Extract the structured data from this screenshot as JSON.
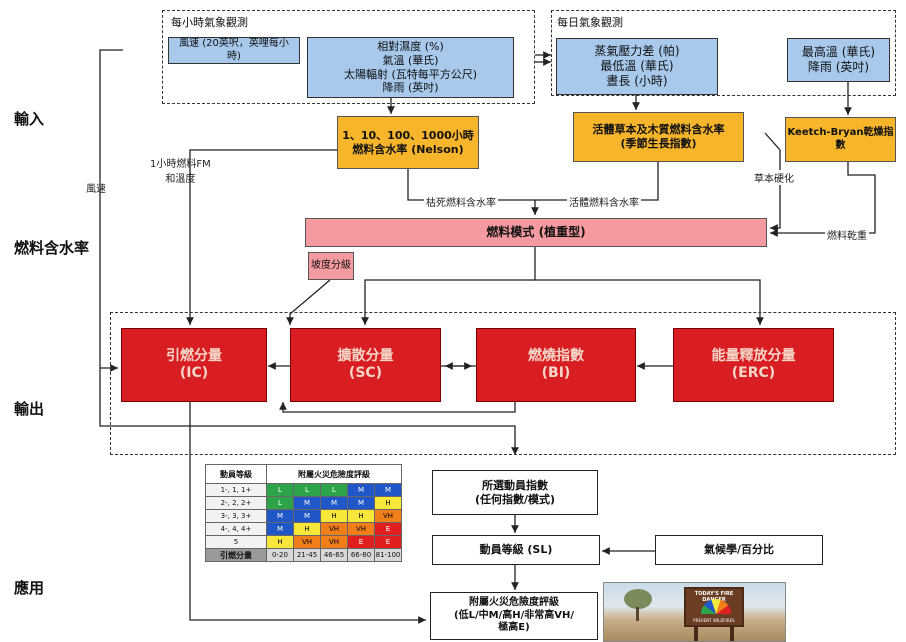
{
  "sections": {
    "input": "輸入",
    "fuel_moisture": "燃料含水率",
    "output": "輸出",
    "application": "應用"
  },
  "groups": {
    "hourly": "每小時氣象觀測",
    "daily": "每日氣象觀測"
  },
  "boxes": {
    "wind_speed": {
      "l1": "風速 (20英呎，英哩每小",
      "l2": "時)"
    },
    "humidity": {
      "l1": "相對濕度 (%)",
      "l2": "氣溫 (華氏)",
      "l3": "太陽輻射 (瓦特每平方公尺)",
      "l4": "降雨 (英吋)"
    },
    "vapor": {
      "l1": "蒸氣壓力差 (帕)",
      "l2": "最低溫 (華氏)",
      "l3": "晝長 (小時)"
    },
    "max_temp": {
      "l1": "最高溫 (華氏)",
      "l2": "降雨 (英吋)"
    },
    "dead_fm": {
      "l1": "1、10、100、1000小時",
      "l2": "燃料含水率 (Nelson)"
    },
    "live_fm": {
      "l1": "活體草本及木質燃料含水率",
      "l2": "(季節生長指數)"
    },
    "kbdi": {
      "l1": "Keetch-Bryan乾燥指數"
    },
    "fuel_model": "燃料模式 (植重型)",
    "slope": "坡度分級",
    "ic": {
      "l1": "引燃分量",
      "l2": "(IC)"
    },
    "sc": {
      "l1": "擴散分量",
      "l2": "(SC)"
    },
    "bi": {
      "l1": "燃燒指數",
      "l2": "(BI)"
    },
    "erc": {
      "l1": "能量釋放分量",
      "l2": "(ERC)"
    },
    "staffing_index": {
      "l1": "所選動員指數",
      "l2": "(任何指數/模式)"
    },
    "staffing_level": "動員等級 (SL)",
    "climatology": "氣候學/百分比",
    "adjective": {
      "l1": "附屬火災危險度評級",
      "l2": "(低L/中M/高H/非常高VH/",
      "l3": "極高E)"
    }
  },
  "labels": {
    "wind": "風速",
    "fm1hr": {
      "l1": "1小時燃料FM",
      "l2": "和溫度"
    },
    "dead_ratio": "枯死燃料含水率",
    "live_ratio": "活體燃料含水率",
    "herb_cure": "草本硬化",
    "fuel_weight": "燃料乾重"
  },
  "rating_table": {
    "header_left": "動員等級",
    "header_right": "附屬火災危險度評級",
    "rows": [
      {
        "level": "1-, 1, 1+",
        "cells": [
          "L",
          "L",
          "L",
          "M",
          "M"
        ],
        "cls": [
          "cL",
          "cL",
          "cL",
          "cM",
          "cM"
        ]
      },
      {
        "level": "2-, 2, 2+",
        "cells": [
          "L",
          "M",
          "M",
          "M",
          "H"
        ],
        "cls": [
          "cL",
          "cM",
          "cM",
          "cM",
          "cH"
        ]
      },
      {
        "level": "3-, 3, 3+",
        "cells": [
          "M",
          "M",
          "H",
          "H",
          "VH"
        ],
        "cls": [
          "cM",
          "cM",
          "cH",
          "cH",
          "cVH"
        ]
      },
      {
        "level": "4-, 4, 4+",
        "cells": [
          "M",
          "H",
          "VH",
          "VH",
          "E"
        ],
        "cls": [
          "cM",
          "cH",
          "cVH",
          "cVH",
          "cE"
        ]
      },
      {
        "level": "5",
        "cells": [
          "H",
          "VH",
          "VH",
          "E",
          "E"
        ],
        "cls": [
          "cH",
          "cVH",
          "cVH",
          "cE",
          "cE"
        ]
      }
    ],
    "footer_left": "引燃分量",
    "footer_ranges": [
      "0-20",
      "21-45",
      "46-65",
      "66-80",
      "81-100"
    ]
  },
  "sign": {
    "title": "TODAY'S FIRE DANGER",
    "footer": "PREVENT WILDFIRES"
  },
  "colors": {
    "input_blue": "#a8c8ec",
    "moisture_orange": "#f7b52c",
    "fuel_model_pink": "#f49aa0",
    "output_red": "#d81e22"
  }
}
